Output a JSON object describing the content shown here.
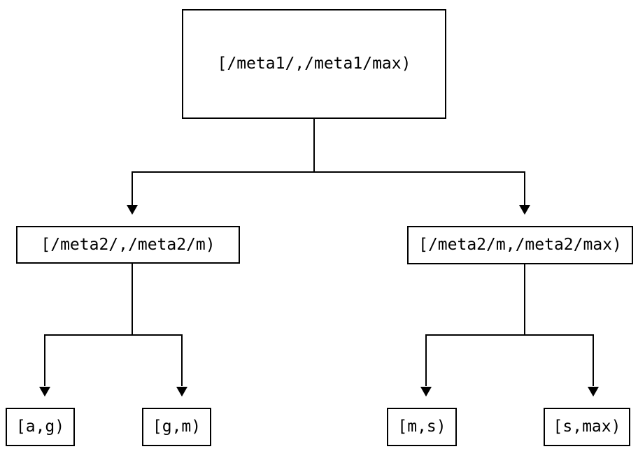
{
  "diagram": {
    "type": "binary-tree",
    "nodes": {
      "root": {
        "label": "[/meta1/,/meta1/max)"
      },
      "meta2_left": {
        "label": "[/meta2/,/meta2/m)"
      },
      "meta2_right": {
        "label": "[/meta2/m,/meta2/max)"
      },
      "leaf_ag": {
        "label": "[a,g)"
      },
      "leaf_gm": {
        "label": "[g,m)"
      },
      "leaf_ms": {
        "label": "[m,s)"
      },
      "leaf_smax": {
        "label": "[s,max)"
      }
    },
    "edges": [
      {
        "from": "root",
        "to": "meta2_left"
      },
      {
        "from": "root",
        "to": "meta2_right"
      },
      {
        "from": "meta2_left",
        "to": "leaf_ag"
      },
      {
        "from": "meta2_left",
        "to": "leaf_gm"
      },
      {
        "from": "meta2_right",
        "to": "leaf_ms"
      },
      {
        "from": "meta2_right",
        "to": "leaf_smax"
      }
    ],
    "colors": {
      "line": "#000000",
      "text": "#000000",
      "node_background": "#ffffff",
      "page_background": "#ffffff"
    }
  }
}
